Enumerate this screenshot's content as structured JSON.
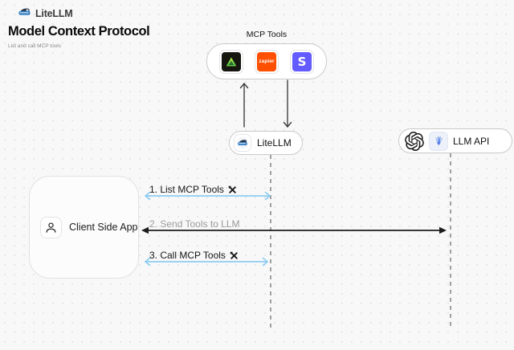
{
  "header": {
    "brand": "LiteLLM",
    "title": "Model Context Protocol",
    "subtitle": "List and call MCP tools"
  },
  "mcp_tools": {
    "label": "MCP Tools",
    "tools": [
      {
        "name": "triangle-tool"
      },
      {
        "name": "zapier",
        "label": "zapier"
      },
      {
        "name": "stripe",
        "label": "S"
      }
    ]
  },
  "nodes": {
    "litellm": {
      "label": "LiteLLM"
    },
    "llm_api": {
      "label": "LLM API"
    },
    "client": {
      "label": "Client Side App"
    }
  },
  "flow": {
    "steps": [
      {
        "label": "1. List MCP Tools",
        "tool_icon": true
      },
      {
        "label": "2. Send Tools to LLM",
        "tool_icon": false
      },
      {
        "label": "3. Call MCP Tools",
        "tool_icon": true
      }
    ]
  },
  "colors": {
    "background": "#f8f8f8",
    "arrow_blue": "#8ecdf1",
    "arrow_black": "#1c1c1c",
    "lifeline_gray": "#a0a0a0",
    "zapier_orange": "#ff4f00",
    "stripe_purple": "#635bff",
    "tool_green": "#21c45d",
    "litellm_blue": "#3b82c4"
  }
}
